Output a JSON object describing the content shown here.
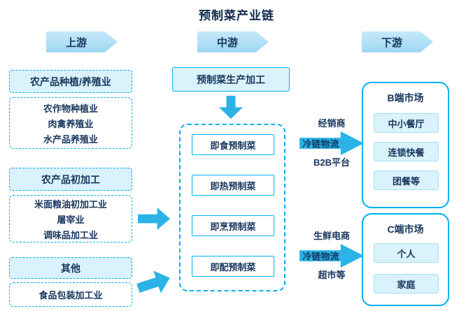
{
  "title": "预制菜产业链",
  "stages": {
    "upstream": "上游",
    "midstream": "中游",
    "downstream": "下游"
  },
  "upstream_groups": [
    {
      "header": "农产品种植/养殖业",
      "items": [
        "农作物种植业",
        "肉禽养殖业",
        "水产品养殖业"
      ]
    },
    {
      "header": "农产品初加工",
      "items": [
        "米面粮油初加工业",
        "屠宰业",
        "调味品加工业"
      ]
    },
    {
      "header": "其他",
      "items": [
        "食品包装加工业"
      ]
    }
  ],
  "midstream": {
    "process_header": "预制菜生产加工",
    "products": [
      "即食预制菜",
      "即热预制菜",
      "即烹预制菜",
      "即配预制菜"
    ]
  },
  "channels": [
    {
      "top_label": "经销商",
      "arrow_label": "冷链物流",
      "bottom_label": "B2B平台"
    },
    {
      "top_label": "生鲜电商",
      "arrow_label": "冷链物流",
      "bottom_label": "超市等"
    }
  ],
  "downstream_groups": [
    {
      "header": "B端市场",
      "items": [
        "中小餐厅",
        "连锁快餐",
        "团餐等"
      ]
    },
    {
      "header": "C端市场",
      "items": [
        "个人",
        "家庭"
      ]
    }
  ],
  "colors": {
    "accent_cyan": "#2bb3e8",
    "border_cyan": "#00b0f0",
    "light_fill": "#d9f2fb",
    "stage_fill": "#a9dcf5",
    "text_navy": "#17365d"
  }
}
